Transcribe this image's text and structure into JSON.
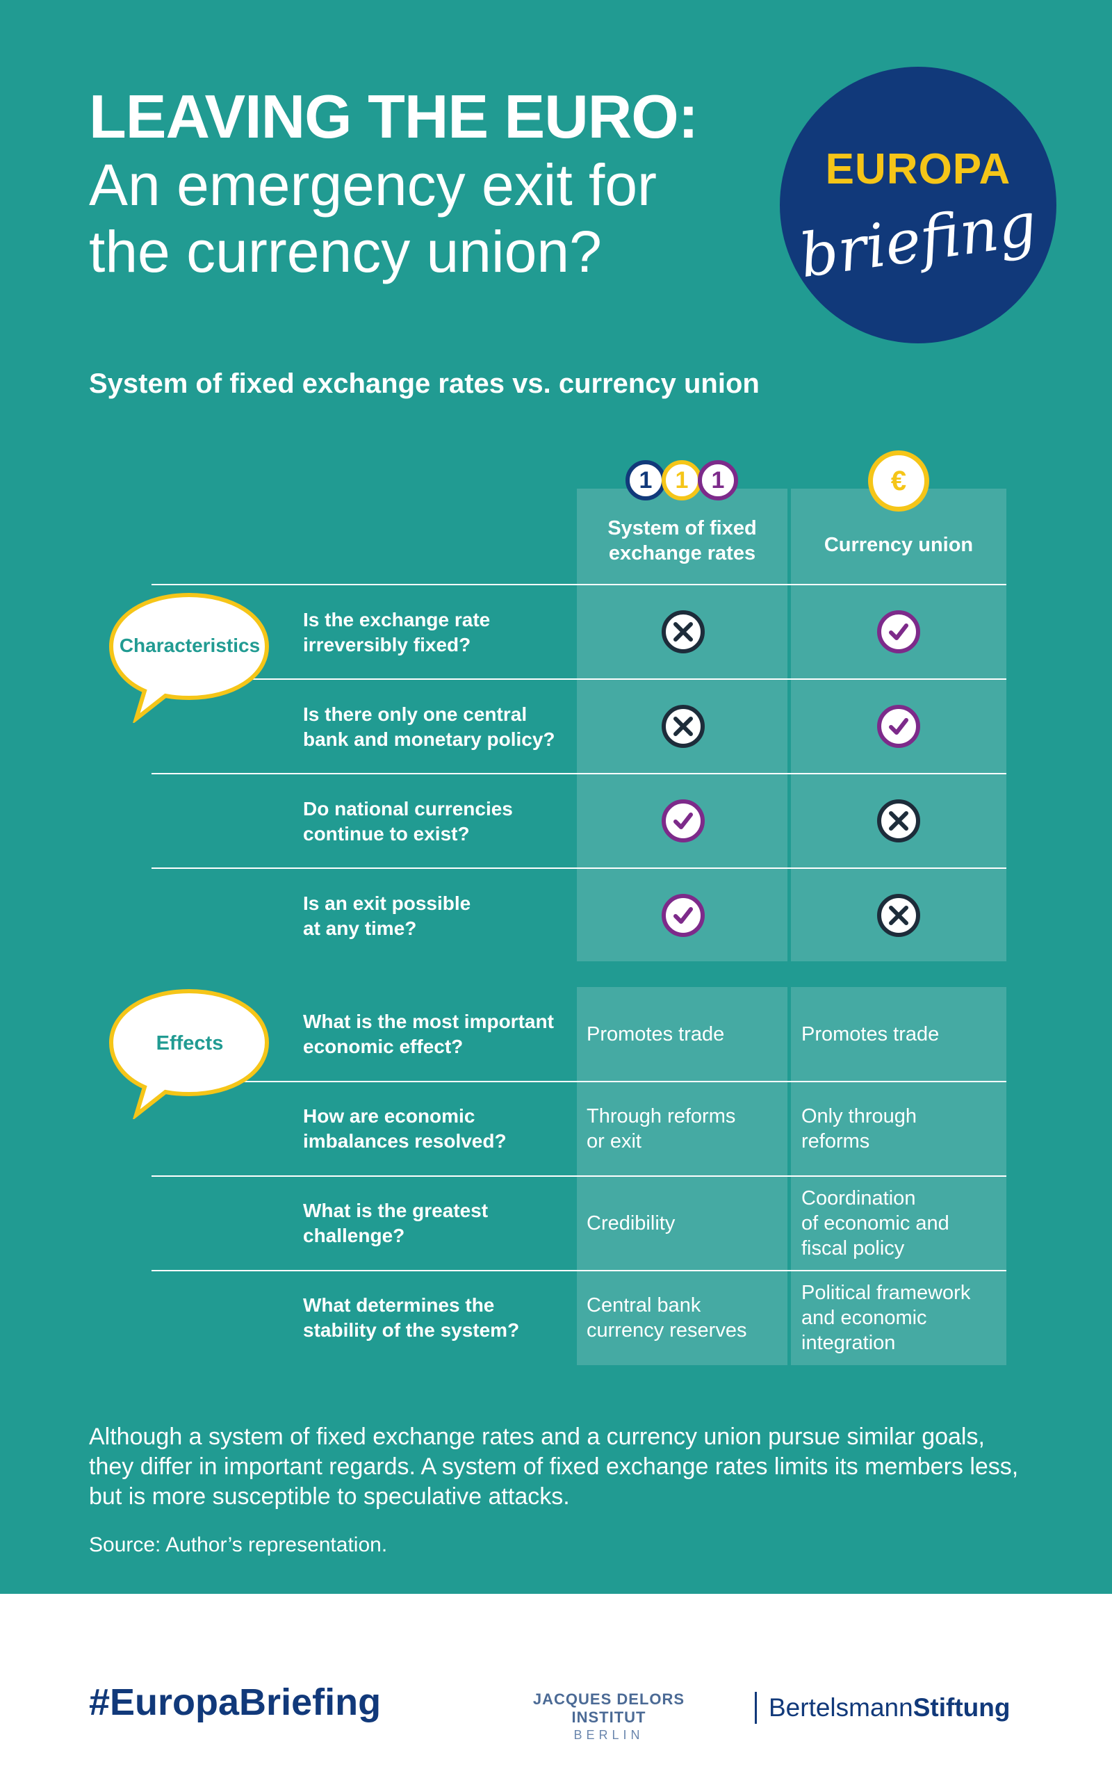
{
  "header": {
    "title_line1": "LEAVING THE EURO:",
    "title_line2": "An emergency exit for",
    "title_line3": "the currency union?",
    "logo_top": "EUROPA",
    "logo_bottom": "briefing"
  },
  "subtitle": "System of fixed exchange rates vs. currency union",
  "columns": {
    "fixed": {
      "label_line1": "System of fixed",
      "label_line2": "exchange rates",
      "icon_digits": [
        "1",
        "1",
        "1"
      ]
    },
    "union": {
      "label": "Currency union",
      "icon_symbol": "€"
    }
  },
  "bubbles": {
    "characteristics": "Characteristics",
    "effects": "Effects"
  },
  "characteristics": [
    {
      "q1": "Is the exchange rate",
      "q2": "irreversibly fixed?",
      "fixed": "cross",
      "union": "check"
    },
    {
      "q1": "Is there only one central",
      "q2": "bank and monetary policy?",
      "fixed": "cross",
      "union": "check"
    },
    {
      "q1": "Do national currencies",
      "q2": "continue to exist?",
      "fixed": "check",
      "union": "cross"
    },
    {
      "q1": "Is an exit possible",
      "q2": "at any time?",
      "fixed": "check",
      "union": "cross"
    }
  ],
  "effects": [
    {
      "q1": "What is the most important",
      "q2": "economic effect?",
      "fixed": [
        "Promotes trade"
      ],
      "union": [
        "Promotes trade"
      ]
    },
    {
      "q1": "How are economic",
      "q2": "imbalances resolved?",
      "fixed": [
        "Through reforms",
        "or exit"
      ],
      "union": [
        "Only through",
        "reforms"
      ]
    },
    {
      "q1": "What is the greatest",
      "q2": "challenge?",
      "fixed": [
        "Credibility"
      ],
      "union": [
        "Coordination",
        "of economic and",
        "fiscal policy"
      ]
    },
    {
      "q1": "What determines the",
      "q2": "stability of the system?",
      "fixed": [
        "Central bank",
        "currency reserves"
      ],
      "union": [
        "Political framework",
        "and economic",
        "integration"
      ]
    }
  ],
  "note": "Although a system of fixed exchange rates and a currency union pursue similar goals, they differ in important regards. A system of fixed exchange rates limits its members less, but is more susceptible to speculative attacks.",
  "source": "Source: Author’s representation.",
  "footer": {
    "hashtag": "#EuropaBriefing",
    "jdi_line1": "JACQUES DELORS INSTITUT",
    "jdi_line2": "BERLIN",
    "bs_light": "Bertelsmann",
    "bs_bold": "Stiftung"
  },
  "colors": {
    "teal": "#219b92",
    "cell": "#45aaa3",
    "navy": "#11397a",
    "yellow": "#f5c518",
    "purple": "#7d2a8a",
    "dark": "#1d2c3a"
  },
  "icons": {
    "check": "check-mark-icon",
    "cross": "cross-mark-icon"
  }
}
